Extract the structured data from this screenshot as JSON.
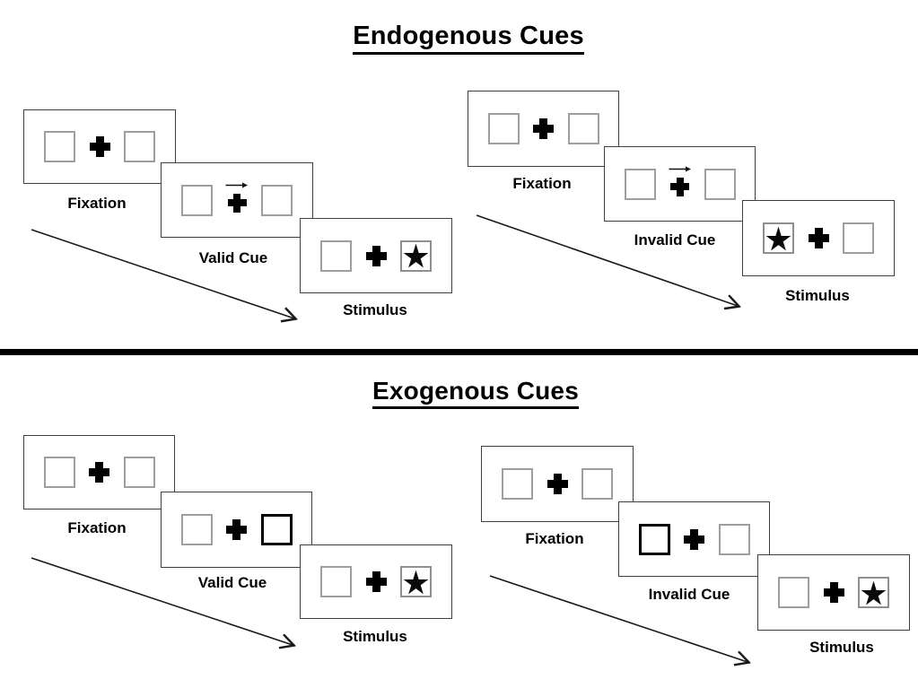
{
  "page": {
    "background": "#ffffff"
  },
  "colors": {
    "ink": "#000000",
    "card_border": "#3f3f3f",
    "placeholder_box_border": "#9e9e9e",
    "exogenous_cue_box_border": "#000000"
  },
  "glyphs": {
    "fixation_cross": "+",
    "target_star": "★",
    "endogenous_cue_arrow": "→"
  },
  "sections": [
    {
      "title": "Endogenous Cues",
      "sequences": [
        {
          "name": "valid",
          "steps": [
            {
              "label": "Fixation",
              "type": "fixation"
            },
            {
              "label": "Valid Cue",
              "type": "endogenous-cue",
              "cue": "arrow-right"
            },
            {
              "label": "Stimulus",
              "type": "stimulus",
              "star_side": "right"
            }
          ]
        },
        {
          "name": "invalid",
          "steps": [
            {
              "label": "Fixation",
              "type": "fixation"
            },
            {
              "label": "Invalid Cue",
              "type": "endogenous-cue",
              "cue": "arrow-right"
            },
            {
              "label": "Stimulus",
              "type": "stimulus",
              "star_side": "left"
            }
          ]
        }
      ]
    },
    {
      "title": "Exogenous Cues",
      "sequences": [
        {
          "name": "valid",
          "steps": [
            {
              "label": "Fixation",
              "type": "fixation"
            },
            {
              "label": "Valid Cue",
              "type": "exogenous-cue",
              "cue": "thick-box-right"
            },
            {
              "label": "Stimulus",
              "type": "stimulus",
              "star_side": "right"
            }
          ]
        },
        {
          "name": "invalid",
          "steps": [
            {
              "label": "Fixation",
              "type": "fixation"
            },
            {
              "label": "Invalid Cue",
              "type": "exogenous-cue",
              "cue": "thick-box-left"
            },
            {
              "label": "Stimulus",
              "type": "stimulus",
              "star_side": "right"
            }
          ]
        }
      ]
    }
  ]
}
